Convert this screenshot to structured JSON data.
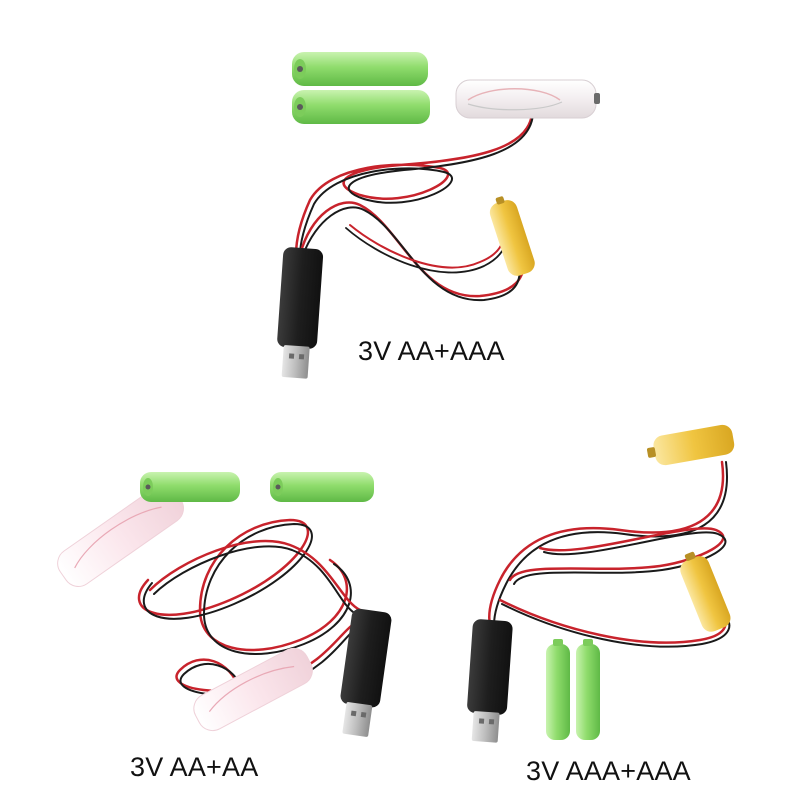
{
  "products": [
    {
      "caption": "3V AA+AAA",
      "colors": {
        "green_cell": "#9be37a",
        "yellow_cell": "#f2cc4d",
        "white_shell": "#f4eef0",
        "cable_red": "#c8232c",
        "cable_black": "#1a1a1a",
        "usb_body": "#232323",
        "usb_plug": "#c9c9c9"
      }
    },
    {
      "caption": "3V AA+AA",
      "colors": {
        "green_cell": "#9be37a",
        "white_shell": "#fbe9ee",
        "cable_red": "#c8232c",
        "cable_black": "#1a1a1a",
        "usb_body": "#232323",
        "usb_plug": "#c9c9c9"
      }
    },
    {
      "caption": "3V AAA+AAA",
      "colors": {
        "green_cell": "#a6e58c",
        "yellow_cell": "#f2cc4d",
        "cable_red": "#c8232c",
        "cable_black": "#1a1a1a",
        "usb_body": "#232323",
        "usb_plug": "#c9c9c9"
      }
    }
  ]
}
